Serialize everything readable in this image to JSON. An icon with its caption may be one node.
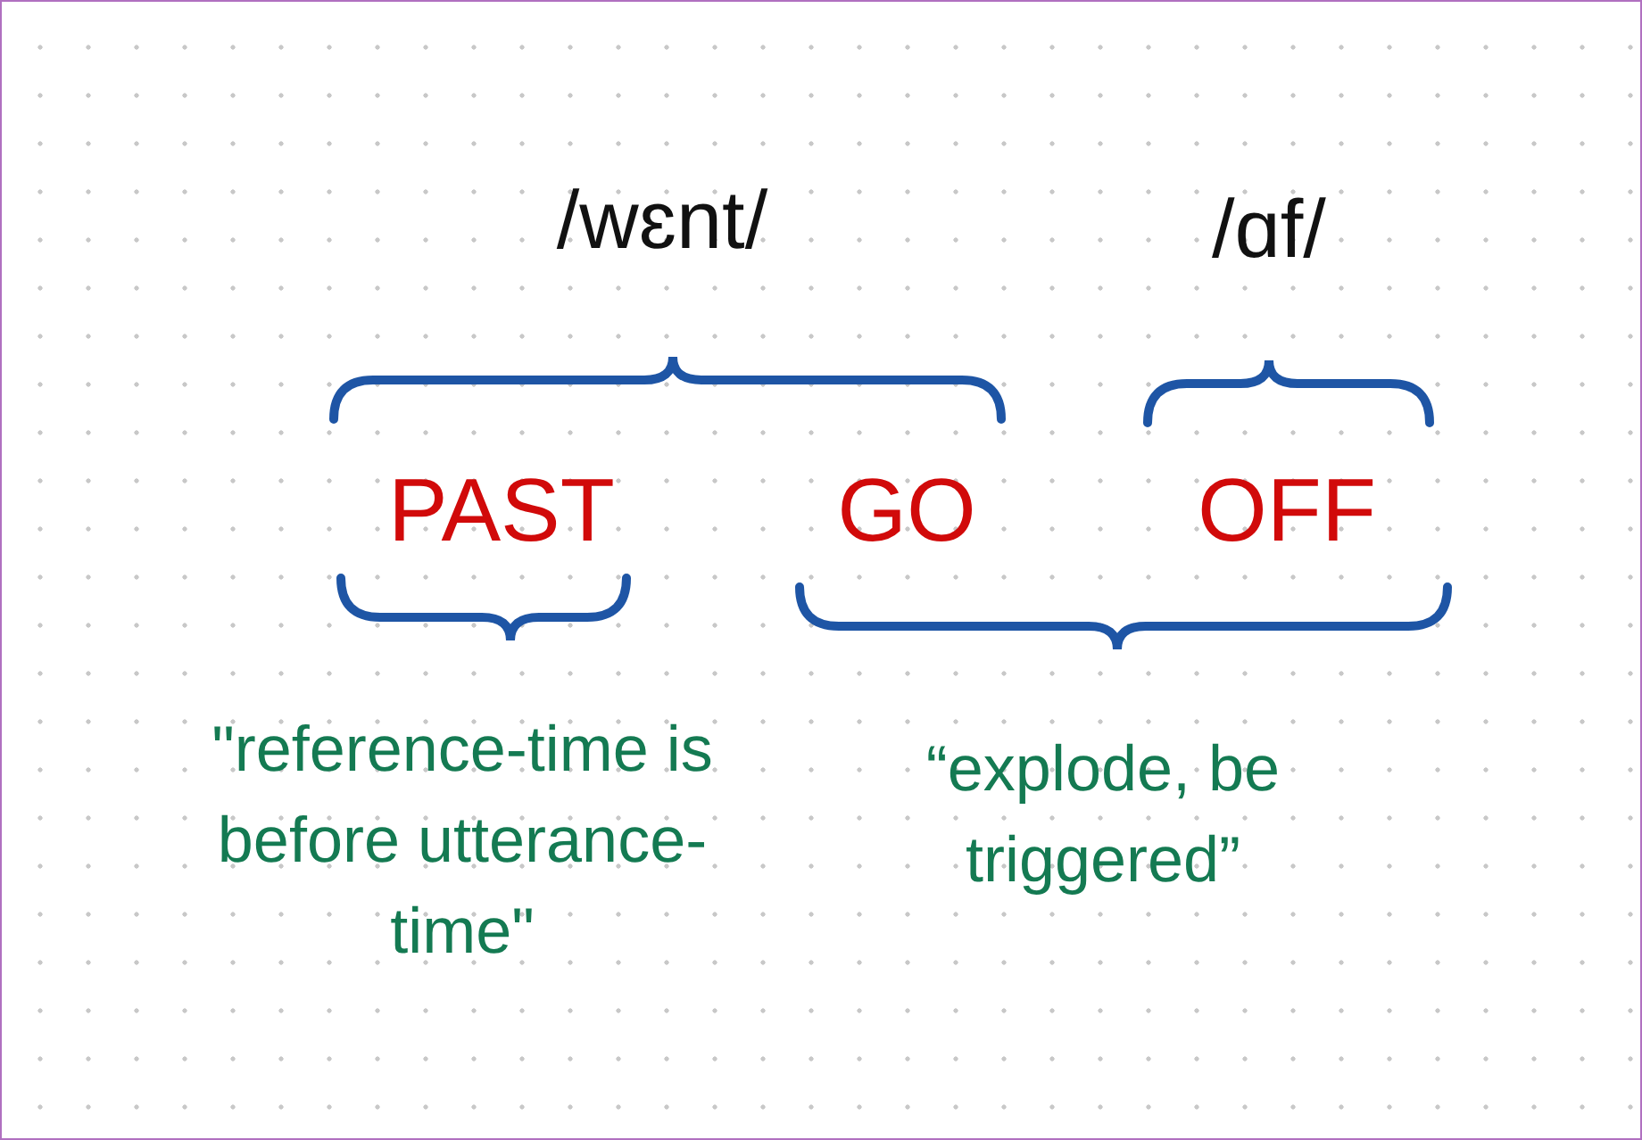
{
  "diagram": {
    "labels": [
      "/wɛnt/",
      "/ɑf/",
      "PAST",
      "GO",
      "OFF",
      "\"reference-time is before utterance-time\"",
      "“explode, be triggered”"
    ]
  }
}
